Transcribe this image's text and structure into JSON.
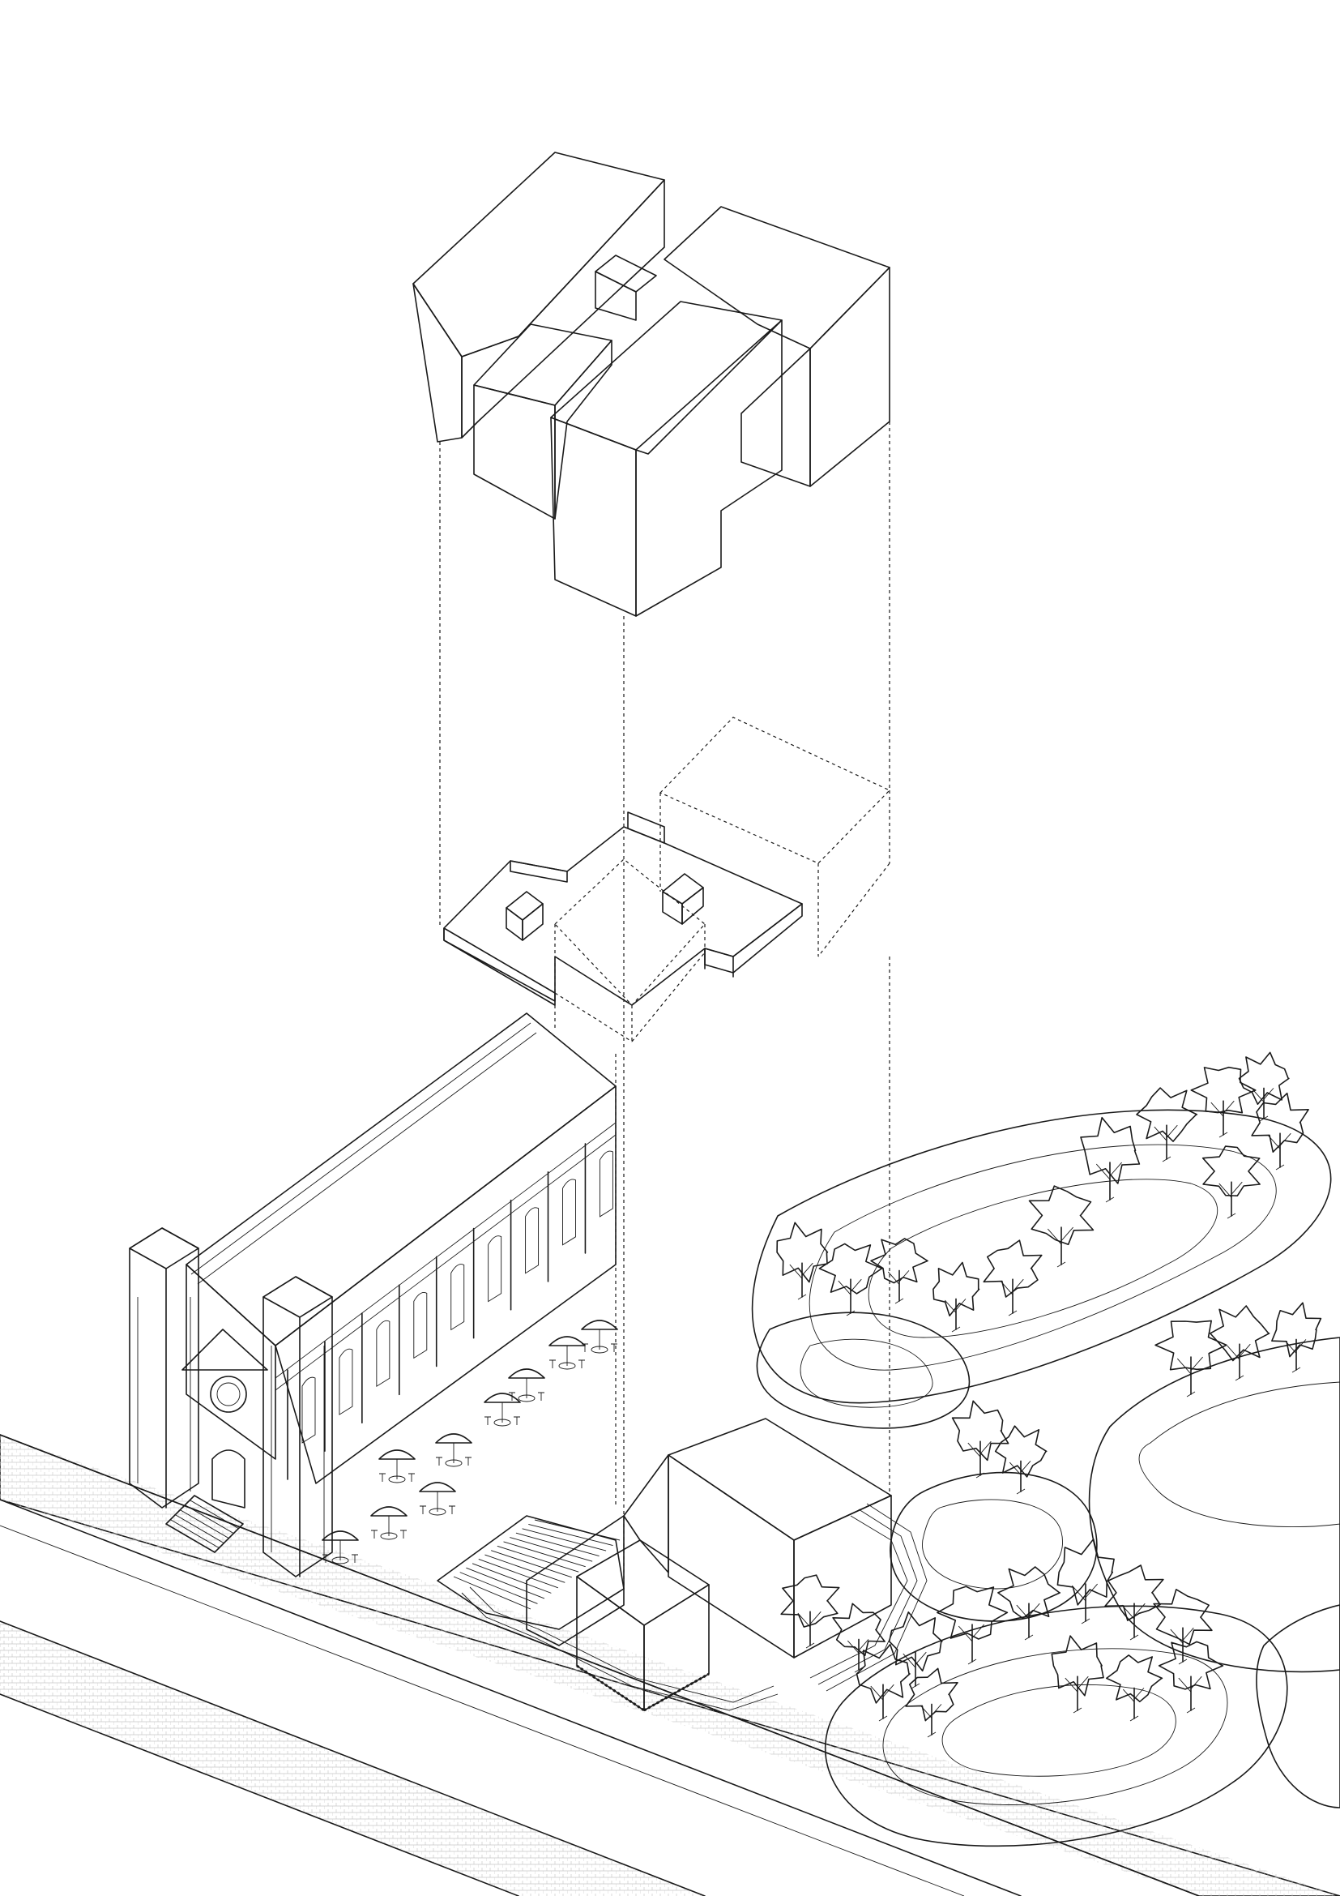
{
  "diagram": {
    "type": "exploded-axonometric",
    "colors": {
      "roof_top": "#b3b3b3",
      "wall_dark": "#878787",
      "wall_light": "#e8e8e8",
      "slab": "#9a9a9a",
      "road": "#efefef",
      "line": "#1a1a1a",
      "background": "#ffffff"
    },
    "layers": [
      {
        "id": "roof-massing",
        "description_visible": false
      },
      {
        "id": "floor-plate",
        "description_visible": false
      },
      {
        "id": "site-ground",
        "description_visible": false
      }
    ],
    "site_elements": [
      "church",
      "cafe-umbrellas",
      "new-building",
      "pavilion",
      "trees",
      "landscape-mounds",
      "road"
    ]
  }
}
